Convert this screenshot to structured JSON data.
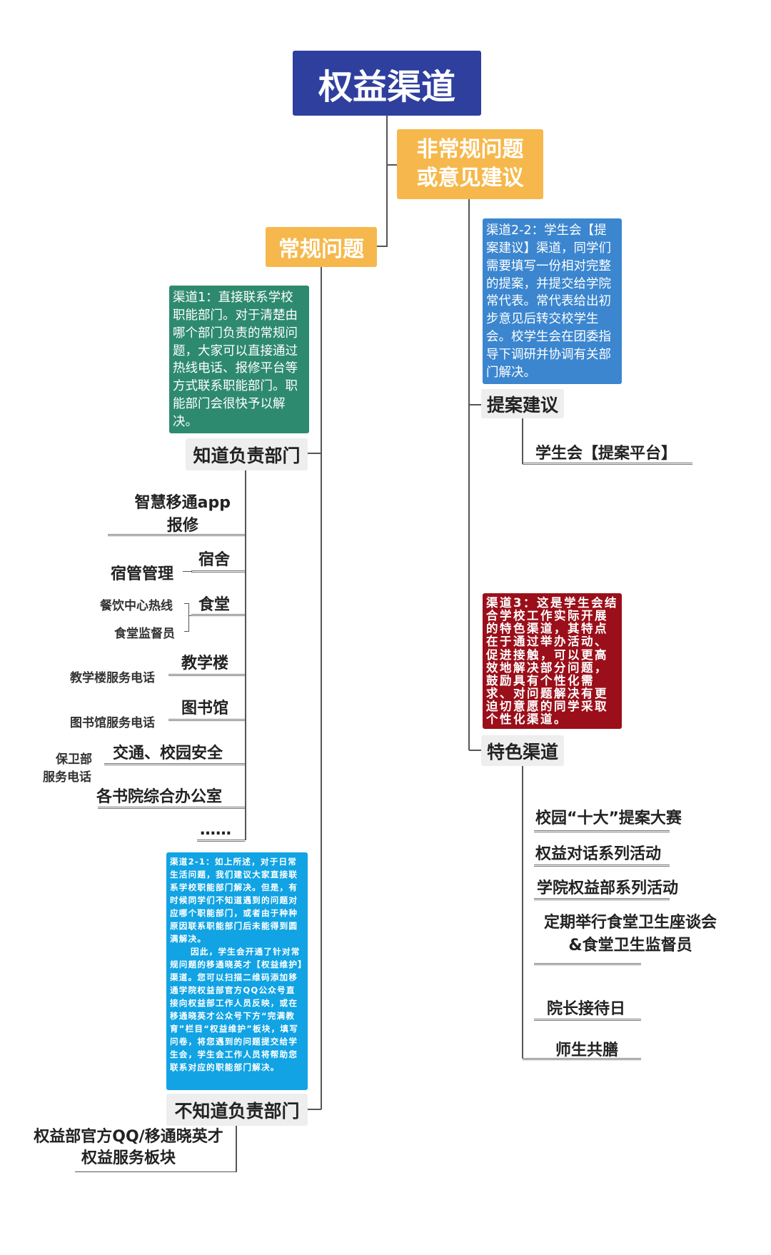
{
  "title": "权益渠道",
  "branch_irregular": {
    "label_line1": "非常规问题",
    "label_line2": "或意见建议"
  },
  "branch_regular": {
    "label": "常规问题"
  },
  "channel1": {
    "text": "渠道1：直接联系学校职能部门。对于清楚由哪个部门负责的常规问题，大家可以直接通过热线电话、报修平台等方式联系职能部门。职能部门会很快予以解决。",
    "tag": "知道负责部门",
    "items": {
      "app_line1": "智慧移通app",
      "app_line2": "报修",
      "dorm": "宿舍",
      "dorm_contact": "宿管管理",
      "canteen": "食堂",
      "canteen_contact1": "餐饮中心热线",
      "canteen_contact2": "食堂监督员",
      "teaching": "教学楼",
      "teaching_contact": "教学楼服务电话",
      "library": "图书馆",
      "library_contact": "图书馆服务电话",
      "security": "交通、校园安全",
      "security_contact1": "保卫部",
      "security_contact2": "服务电话",
      "colleges": "各书院综合办公室",
      "more": "……"
    }
  },
  "channel21": {
    "text1": "渠道2-1：如上所述，对于日常生活问题，我们建议大家直接联系学校职能部门解决。但是，有时候同学们不知道遇到的问题对应哪个职能部门，或者由于种种原因联系职能部门后未能得到圆满解决。",
    "text2": "因此，学生会开通了针对常规问题的移通晓英才【权益维护】渠道。您可以扫描二维码添加移通学院权益部官方QQ公众号直接向权益部工作人员反映，或在移通晓英才公众号下方“完满教育”栏目“权益维护”板块，填写问卷，将您遇到的问题提交给学生会，学生会工作人员将帮助您联系对应的职能部门解决。",
    "tag": "不知道负责部门",
    "target_line1": "权益部官方QQ/移通晓英才",
    "target_line2": "权益服务板块"
  },
  "channel22": {
    "text_a": "渠道2-2：学生会【提案建议】渠道，同学们需要填写一份相对完整的提案，并提交给",
    "text_hl": "学院",
    "text_b": "常代表。常代表给出初步意见后转交校学生会。校学生会在团委指导下调研并协调有关部门解决。",
    "tag": "提案建议",
    "target": "学生会【提案平台】"
  },
  "channel3": {
    "text": "渠道3：这是学生会结合学校工作实际开展的特色渠道，其特点在于通过举办活动、促进接触，可以更高效地解决部分问题，鼓励具有个性化需求、对问题解决有更迫切意愿的同学采取个性化渠道。",
    "tag": "特色渠道",
    "items": [
      "校园“十大”提案大赛",
      "权益对话系列活动",
      "学院权益部系列活动",
      "定期举行食堂卫生座谈会",
      "&食堂卫生监督员",
      "院长接待日",
      "师生共膳"
    ]
  },
  "colors": {
    "title": "#2e3f9e",
    "orange": "#f6b84c",
    "green": "#2e8a6e",
    "blue21": "#11a3e3",
    "blue22": "#3b86cf",
    "red": "#9b0f1a"
  }
}
